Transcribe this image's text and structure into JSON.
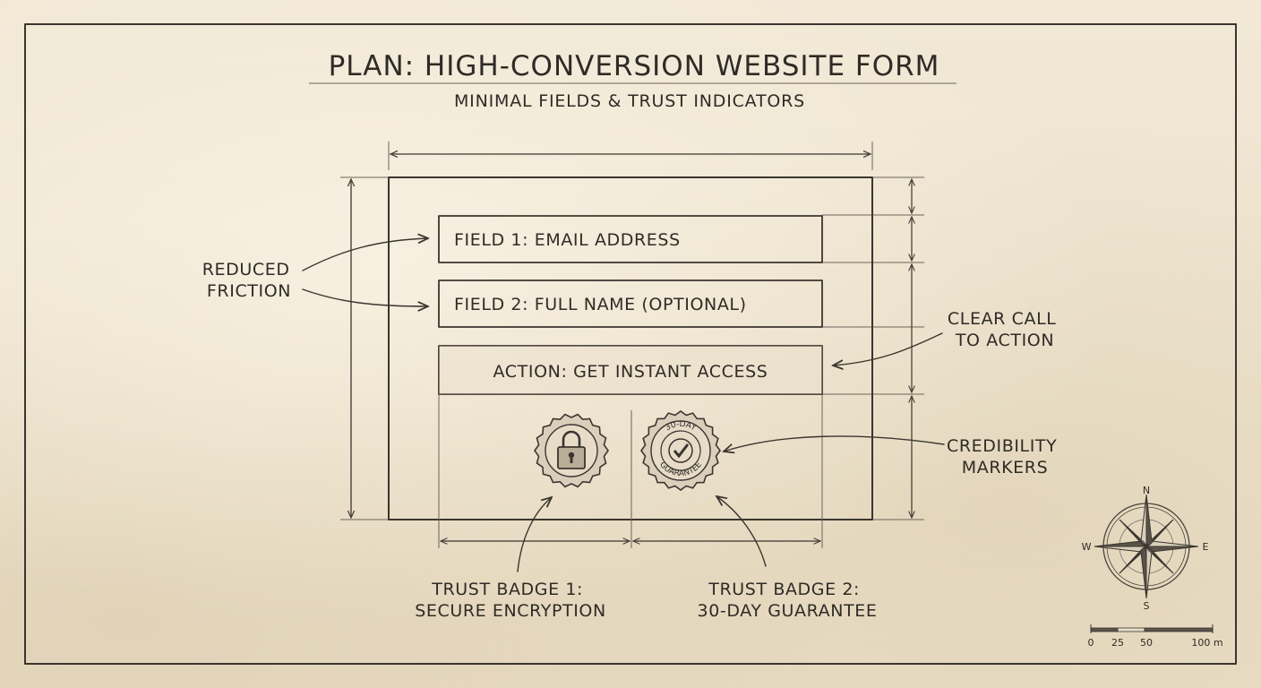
{
  "title": "PLAN: HIGH-CONVERSION WEBSITE FORM",
  "subtitle": "MINIMAL FIELDS & TRUST INDICATORS",
  "form": {
    "field1": "FIELD 1: EMAIL ADDRESS",
    "field2": "FIELD 2: FULL NAME (OPTIONAL)",
    "action": "ACTION: GET INSTANT ACCESS"
  },
  "badges": {
    "badge2_text_top": "30-DAY",
    "badge2_text_bottom": "GUARANTEE"
  },
  "annotations": {
    "reduced_friction": [
      "REDUCED",
      "FRICTION"
    ],
    "clear_cta": [
      "CLEAR CALL",
      "TO ACTION"
    ],
    "credibility": [
      "CREDIBILITY",
      "MARKERS"
    ],
    "trust1": [
      "TRUST BADGE 1:",
      "SECURE ENCRYPTION"
    ],
    "trust2": [
      "TRUST BADGE 2:",
      "30-DAY GUARANTEE"
    ]
  },
  "compass": {
    "n": "N",
    "s": "S",
    "e": "E",
    "w": "W"
  },
  "scale": {
    "t0": "0",
    "t1": "25",
    "t2": "50",
    "t3": "100 m"
  },
  "colors": {
    "paper": "#efe6d3",
    "ink": "#3a352f",
    "hatch": "#8a8174"
  }
}
